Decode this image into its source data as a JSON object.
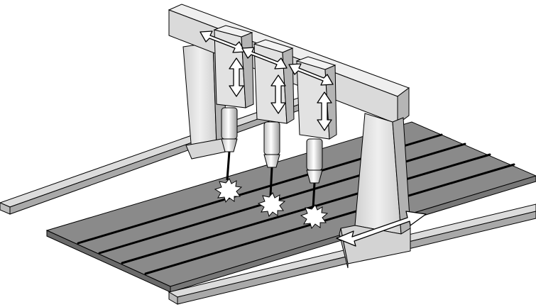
{
  "diagram": {
    "kind": "gantry-welding-illustration",
    "components": {
      "rails": [
        "back-rail",
        "front-rail"
      ],
      "plate": "workpiece-plate",
      "weld_seams": 4,
      "gantry_legs": [
        "left-leg",
        "right-leg"
      ],
      "gantry_beam": "gantry-beam",
      "torch_heads": 3
    },
    "motion_arrows": [
      "horizontal",
      "vertical",
      "travel"
    ],
    "colors": {
      "plate_top": "#888888",
      "plate_edge": "#6a6a6a",
      "rail_top": "#dcdcdc",
      "rail_side": "#a9a9a9",
      "frame_light": "#e6e6e6",
      "frame_mid": "#c9c9c9",
      "frame_dark": "#a8a8a8",
      "outline": "#000000",
      "arrow_fill": "#ffffff",
      "seam": "#000000"
    }
  }
}
